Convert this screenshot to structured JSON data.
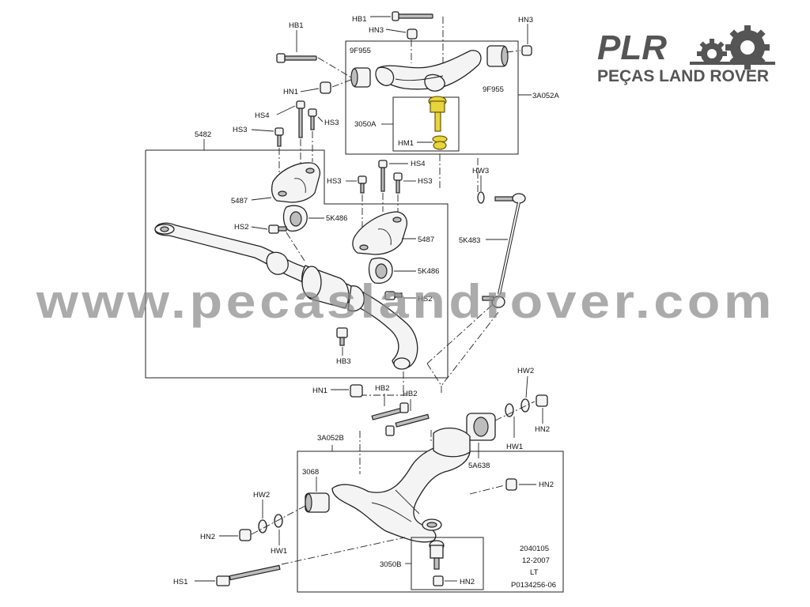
{
  "brand": {
    "logo_text": "PLR",
    "logo_subtitle": "PEÇAS LAND ROVER",
    "watermark": "www.pecaslandrover.com",
    "logo_color": "#555555"
  },
  "reference": {
    "date_code": "2040105",
    "month_year": "12-2007",
    "side": "LT",
    "drawing_number": "P0134256-06"
  },
  "labels": {
    "hb1_top": "HB1",
    "hn3_top_left": "HN3",
    "hn3_top_right": "HN3",
    "hb1_left": "HB1",
    "f9955_left": "9F955",
    "f9955_right": "9F955",
    "a3052a": "3A052A",
    "hn1_top": "HN1",
    "hs4_left": "HS4",
    "hs3_left_a": "HS3",
    "hs3_left_b": "HS3",
    "a3050a": "3050A",
    "hm1": "HM1",
    "p5482": "5482",
    "hw3": "HW3",
    "p5487_left": "5487",
    "hs4_mid": "HS4",
    "hs3_mid_left": "HS3",
    "hs3_mid_right": "HS3",
    "k5486_top": "5K486",
    "hs2_left": "HS2",
    "p5487_right": "5487",
    "k5483": "5K483",
    "k5486_mid": "5K486",
    "hs2_right": "HS2",
    "hb3": "HB3",
    "hn1_mid": "HN1",
    "hb2_left": "HB2",
    "hb2_right": "HB2",
    "hw2_right": "HW2",
    "hn2_right_top": "HN2",
    "hw1_right": "HW1",
    "a5a638": "5A638",
    "a3052b": "3A052B",
    "p3068": "3068",
    "hn2_right_mid": "HN2",
    "hw2_left": "HW2",
    "hn2_left": "HN2",
    "hw1_left": "HW1",
    "a3050b": "3050B",
    "hn2_bottom": "HN2",
    "hs1": "HS1"
  }
}
